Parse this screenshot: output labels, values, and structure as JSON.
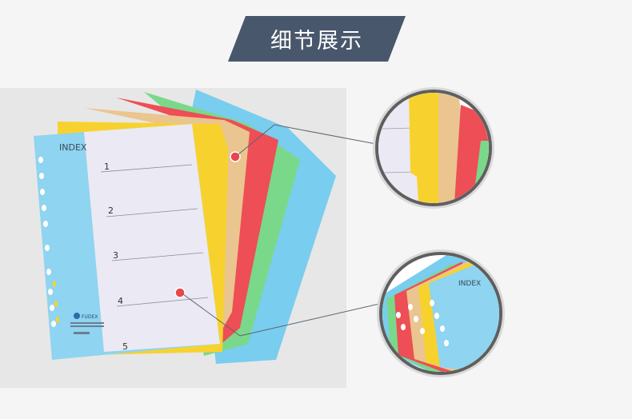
{
  "header": {
    "title": "细节展示"
  },
  "product": {
    "index_label": "INDEX",
    "tab_numbers": [
      "1",
      "2",
      "3",
      "4",
      "5"
    ],
    "brand_logo_text": "FUDEX"
  },
  "zoom_bottom": {
    "index_label": "INDEX"
  },
  "colors": {
    "banner": "#48576c",
    "marker": "#e8474c",
    "divider_blue": "#8fd4f0",
    "divider_yellow": "#f7d22f",
    "divider_tan": "#ebc58f",
    "divider_red": "#ee4e55",
    "divider_green": "#7ad88a",
    "divider_sky": "#79cdef",
    "cover_white": "#ebe9f3"
  }
}
